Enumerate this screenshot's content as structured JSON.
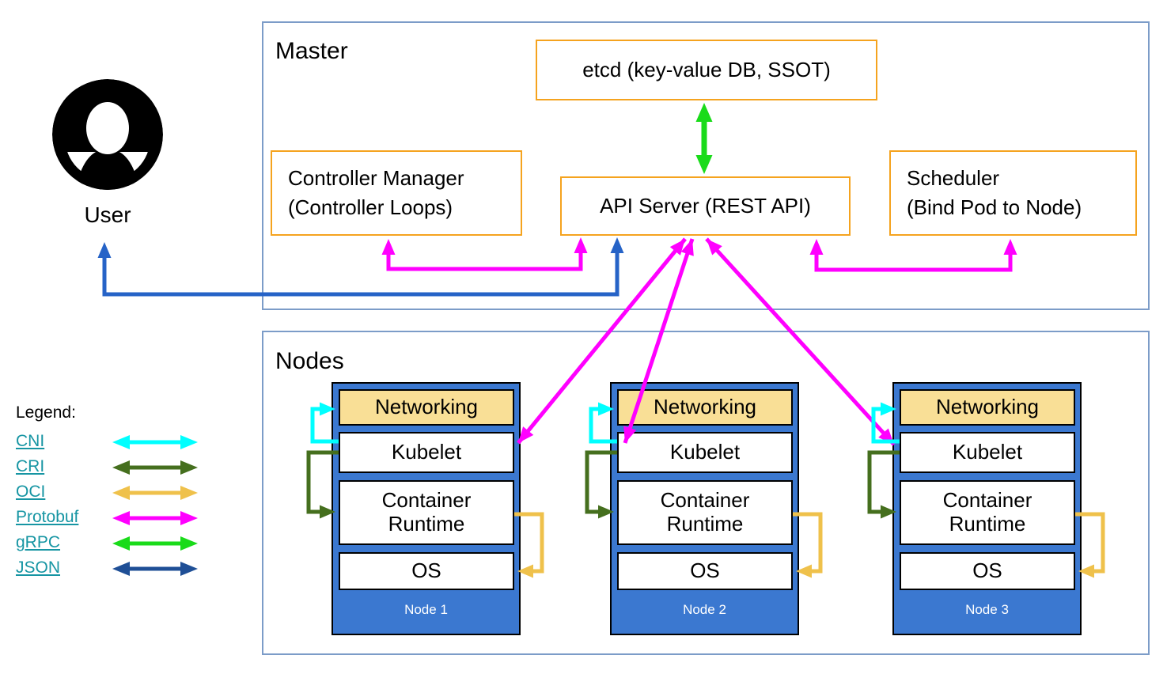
{
  "master": {
    "label": "Master",
    "etcd_label": "etcd (key-value DB, SSOT)",
    "controller_manager": {
      "line1": "Controller Manager",
      "line2": "(Controller Loops)"
    },
    "api_server_label": "API Server (REST API)",
    "scheduler": {
      "line1": "Scheduler",
      "line2": "(Bind Pod to Node)"
    }
  },
  "user": {
    "label": "User"
  },
  "nodes_section": {
    "label": "Nodes",
    "nodes": [
      {
        "label": "Node 1",
        "networking": "Networking",
        "kubelet": "Kubelet",
        "container_runtime": "Container Runtime",
        "os": "OS"
      },
      {
        "label": "Node 2",
        "networking": "Networking",
        "kubelet": "Kubelet",
        "container_runtime": "Container Runtime",
        "os": "OS"
      },
      {
        "label": "Node 3",
        "networking": "Networking",
        "kubelet": "Kubelet",
        "container_runtime": "Container Runtime",
        "os": "OS"
      }
    ]
  },
  "legend": {
    "title": "Legend:",
    "items": [
      {
        "label": "CNI",
        "color": "#00FFFF"
      },
      {
        "label": "CRI",
        "color": "#456F1E"
      },
      {
        "label": "OCI",
        "color": "#EFC14B"
      },
      {
        "label": "Protobuf",
        "color": "#FF00FF"
      },
      {
        "label": "gRPC",
        "color": "#1ADB1A"
      },
      {
        "label": "JSON",
        "color": "#1F4F96"
      }
    ]
  },
  "colors": {
    "frame_border": "#7C9CC8",
    "component_border": "#F5A31E",
    "node_fill": "#3B78D0",
    "networking_fill": "#F9DF96",
    "cni": "#00FFFF",
    "cri": "#456F1E",
    "oci": "#EFC14B",
    "protobuf": "#FF00FF",
    "grpc": "#1ADB1A",
    "json": "#1F4F96",
    "user_json": "#2663C7",
    "legend_link": "#1695A3"
  }
}
